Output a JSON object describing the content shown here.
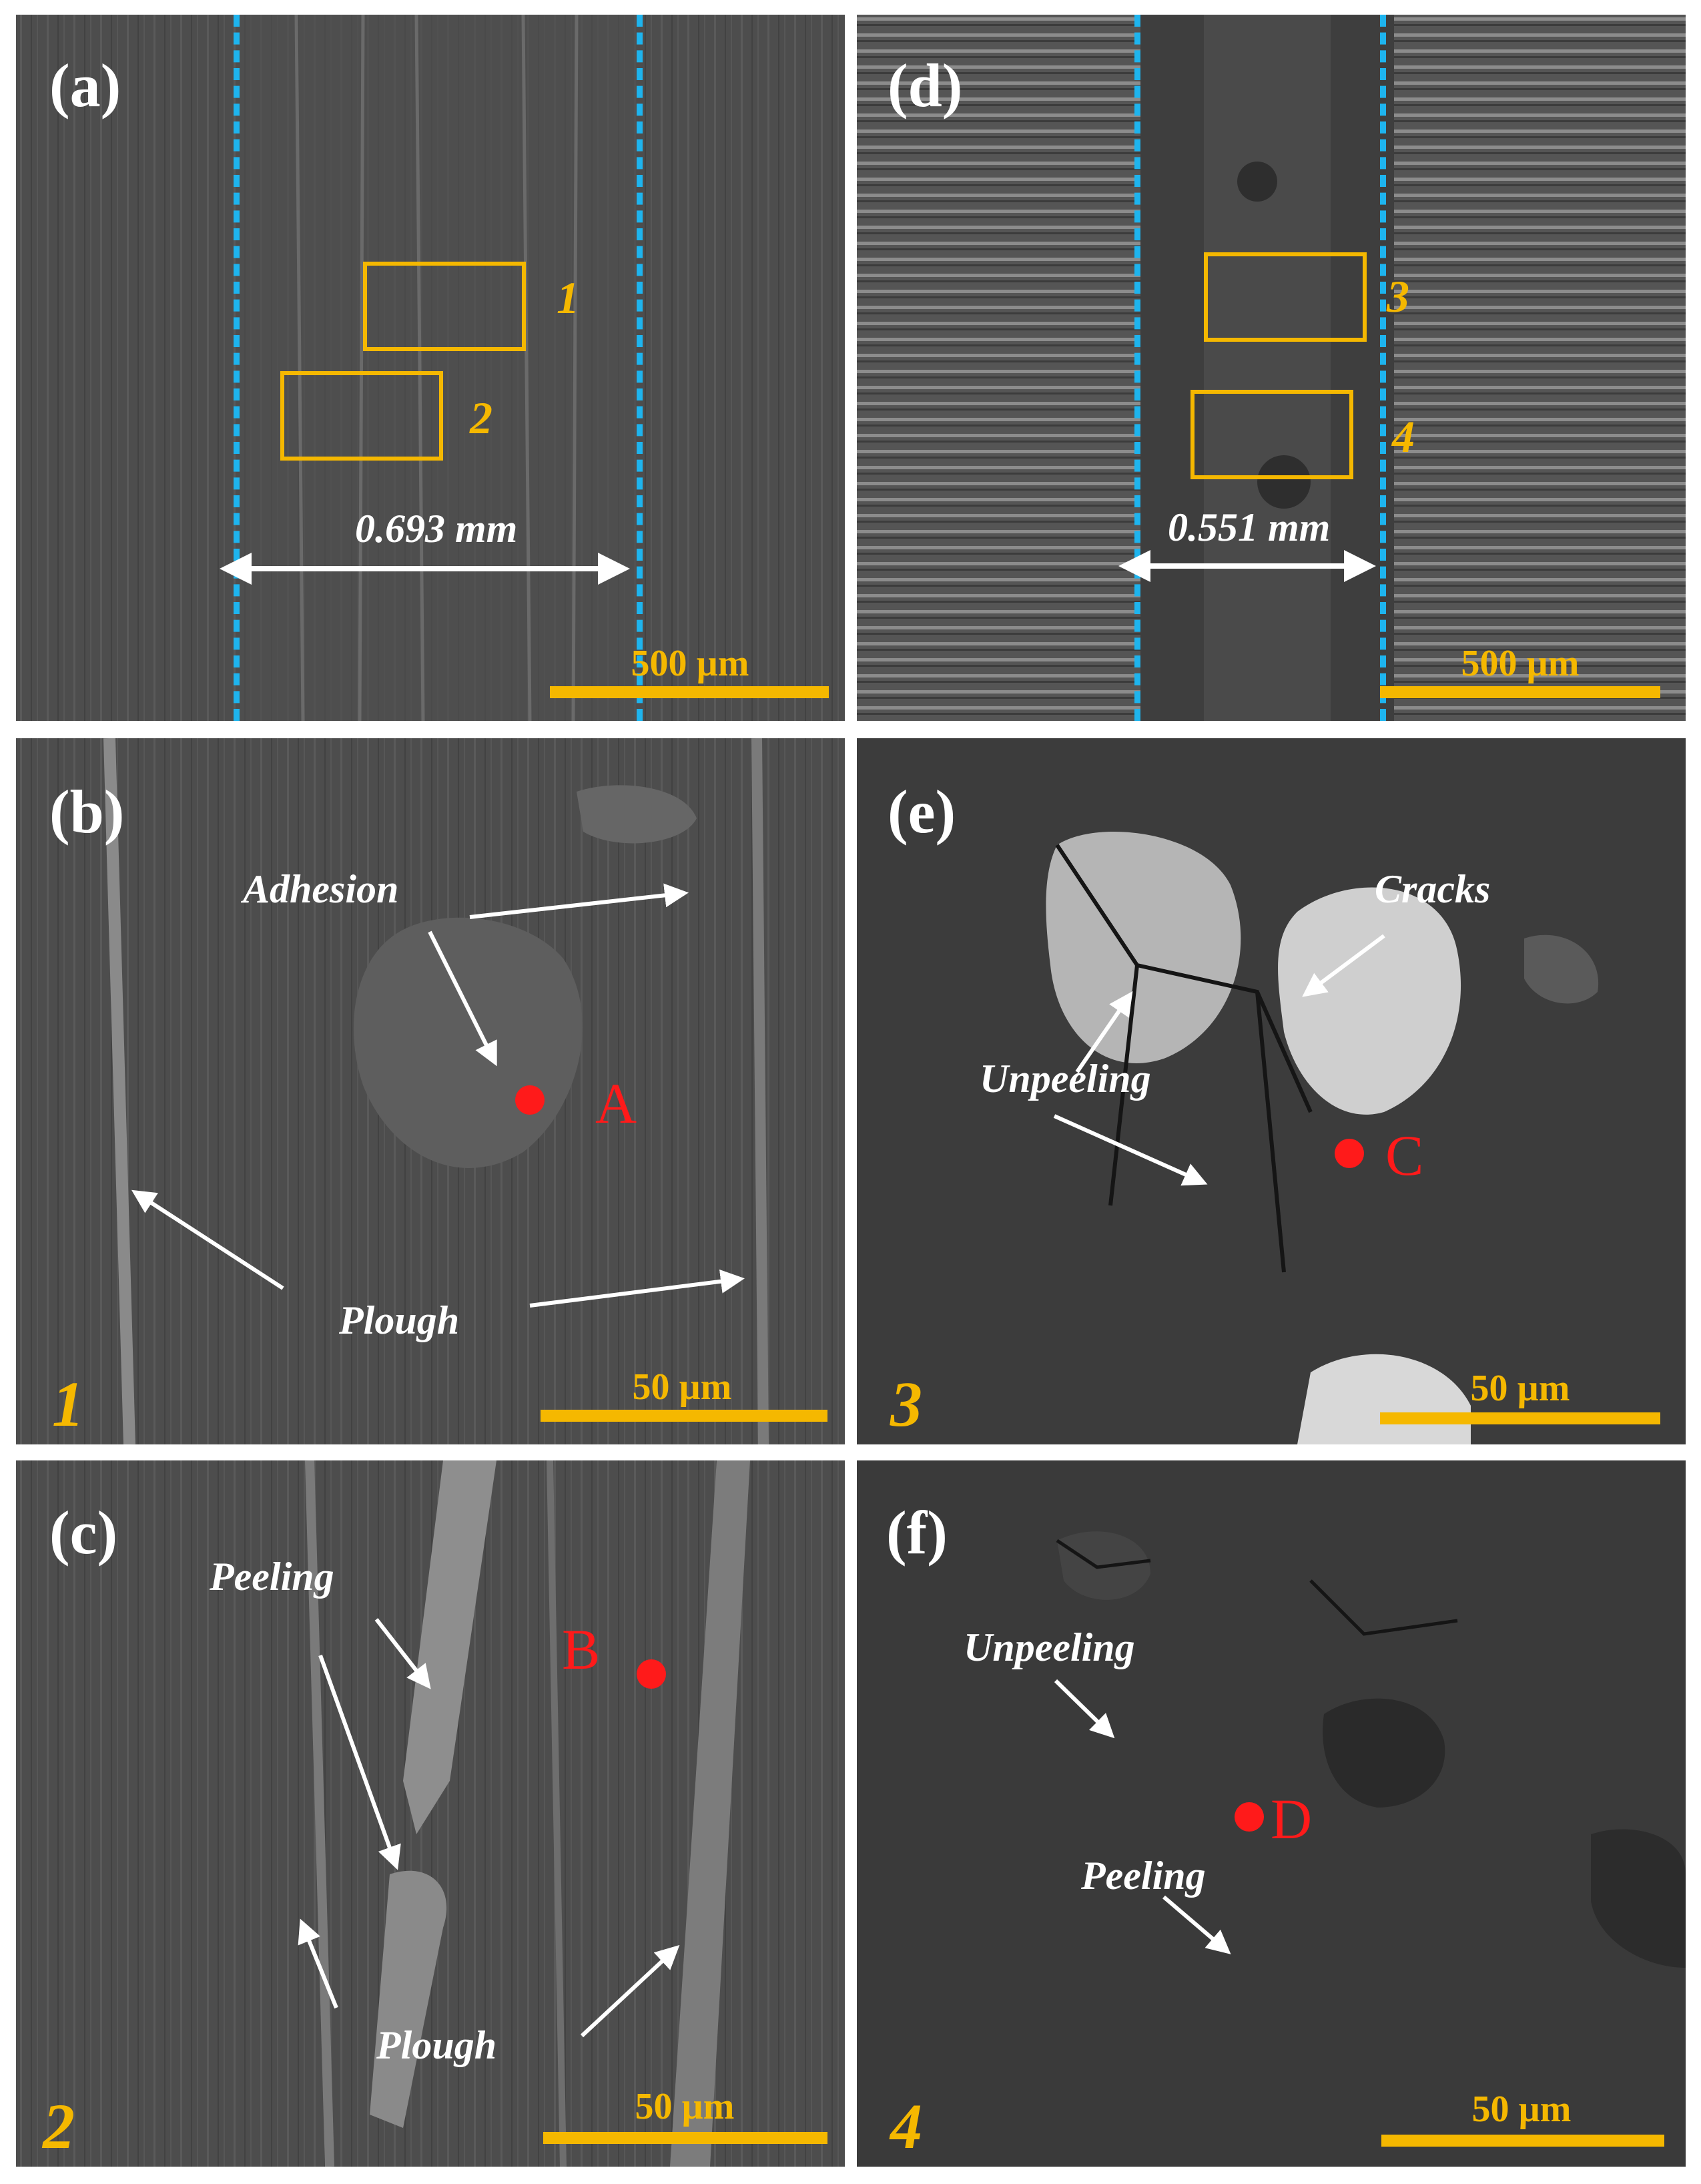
{
  "panels": {
    "a": {
      "label": "(a)",
      "scale": "500 µm",
      "width_label": "0.693 mm",
      "box1": "1",
      "box2": "2"
    },
    "b": {
      "label": "(b)",
      "region": "1",
      "scale": "50 µm",
      "adhesion": "Adhesion",
      "plough": "Plough",
      "point": "A"
    },
    "c": {
      "label": "(c)",
      "region": "2",
      "scale": "50 µm",
      "peeling": "Peeling",
      "plough": "Plough",
      "point": "B"
    },
    "d": {
      "label": "(d)",
      "scale": "500 µm",
      "width_label": "0.551 mm",
      "box3": "3",
      "box4": "4"
    },
    "e": {
      "label": "(e)",
      "region": "3",
      "scale": "50 µm",
      "cracks": "Cracks",
      "unpeeling": "Unpeeling",
      "point": "C"
    },
    "f": {
      "label": "(f)",
      "region": "4",
      "scale": "50 µm",
      "unpeeling": "Unpeeling",
      "peeling": "Peeling",
      "point": "D"
    }
  },
  "colors": {
    "accent": "#f5b800",
    "dash": "#1eb4ee",
    "point": "#ff1a1a",
    "arrow": "#ffffff"
  }
}
